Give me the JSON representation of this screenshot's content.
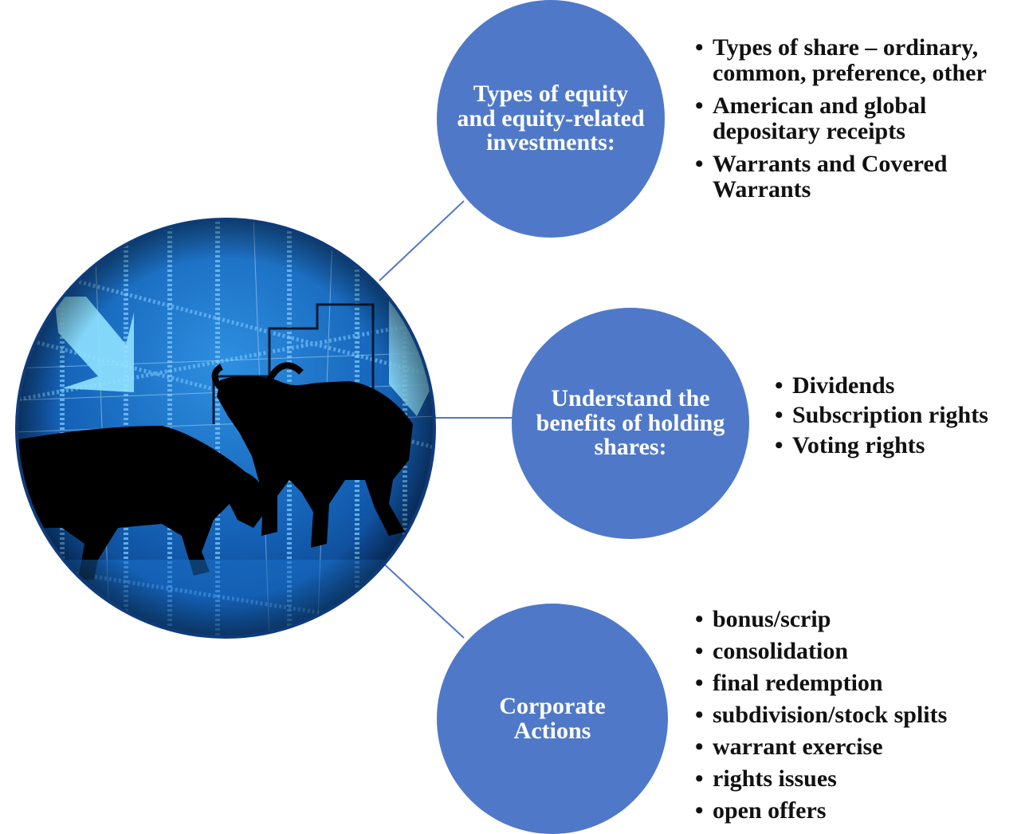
{
  "nodes": [
    {
      "title": "Types of equity and equity-related investments:",
      "items": [
        "Types of share – ordinary, common, preference, other",
        "American and global depositary receipts",
        "Warrants and Covered Warrants"
      ]
    },
    {
      "title": "Understand the benefits of holding shares:",
      "items": [
        "Dividends",
        "Subscription rights",
        "Voting rights"
      ]
    },
    {
      "title": "Corporate Actions",
      "items": [
        "bonus/scrip",
        "consolidation",
        "final redemption",
        "subdivision/stock splits",
        "warrant exercise",
        "rights issues",
        "open offers"
      ]
    }
  ],
  "hub_image": "bull-and-bear-stock-market-illustration",
  "colors": {
    "node_fill": "#4f79c8",
    "connector": "#4f79c8",
    "bullet_text": "#111111"
  }
}
